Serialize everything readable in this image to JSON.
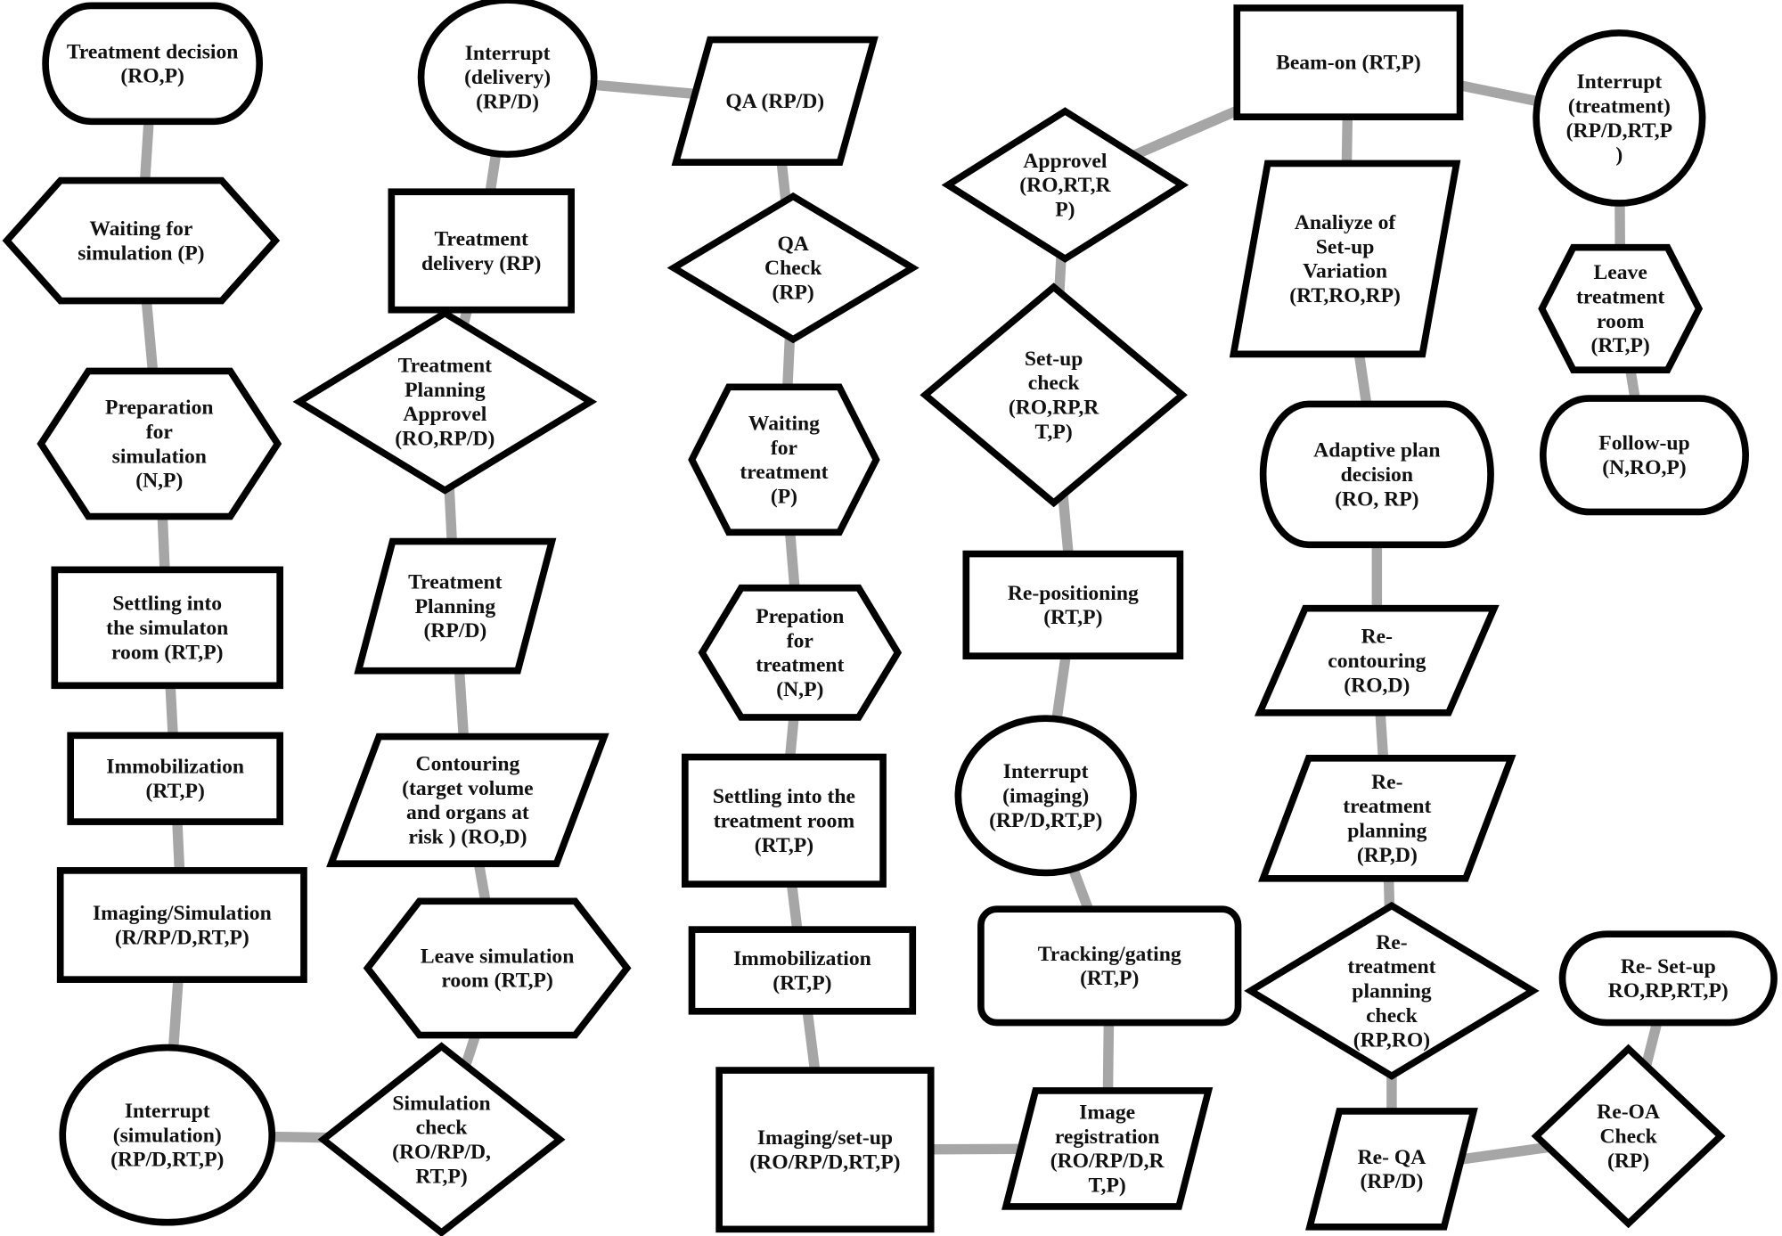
{
  "diagram": {
    "title": "Radiotherapy patient pathway process map",
    "colors": {
      "node_fill": "#ffffff",
      "node_stroke": "#000000",
      "edge": "#a6a6a6",
      "text": "#111111"
    },
    "nodes": [
      {
        "id": "treatment_decision",
        "shape": "terminator",
        "lines": [
          "Treatment decision",
          "(RO,P)"
        ]
      },
      {
        "id": "waiting_sim",
        "shape": "hexagon",
        "lines": [
          "Waiting for",
          "simulation (P)"
        ]
      },
      {
        "id": "prep_sim",
        "shape": "hexagon",
        "lines": [
          "Preparation",
          "for",
          "simulation",
          "(N,P)"
        ]
      },
      {
        "id": "settling_sim",
        "shape": "rect",
        "lines": [
          "Settling into",
          "the simulaton",
          "room (RT,P)"
        ]
      },
      {
        "id": "immob_sim",
        "shape": "rect",
        "lines": [
          "Immobilization",
          "(RT,P)"
        ]
      },
      {
        "id": "imaging_sim",
        "shape": "rect",
        "lines": [
          "Imaging/Simulation",
          "(R/RP/D,RT,P)"
        ]
      },
      {
        "id": "interrupt_sim",
        "shape": "ellipse",
        "lines": [
          "Interrupt",
          "(simulation)",
          "(RP/D,RT,P)"
        ]
      },
      {
        "id": "sim_check",
        "shape": "diamond",
        "lines": [
          "Simulation",
          "check",
          "(RO/RP/D,",
          "RT,P)"
        ]
      },
      {
        "id": "leave_sim",
        "shape": "hexagon",
        "lines": [
          "Leave simulation",
          "room (RT,P)"
        ]
      },
      {
        "id": "contouring",
        "shape": "parallelogram",
        "lines": [
          "Contouring",
          "(target volume",
          "and organs at",
          "risk ) (RO,D)"
        ]
      },
      {
        "id": "tp",
        "shape": "parallelogram",
        "lines": [
          "Treatment",
          "Planning",
          "(RP/D)"
        ]
      },
      {
        "id": "tp_approval",
        "shape": "diamond",
        "lines": [
          "Treatment",
          "Planning",
          "Approvel",
          "(RO,RP/D)"
        ]
      },
      {
        "id": "treatment_delivery",
        "shape": "rect",
        "lines": [
          "Treatment",
          "delivery (RP)"
        ]
      },
      {
        "id": "interrupt_delivery",
        "shape": "ellipse",
        "lines": [
          "Interrupt",
          "(delivery)",
          "(RP/D)"
        ]
      },
      {
        "id": "qa",
        "shape": "parallelogram",
        "lines": [
          "QA (RP/D)"
        ]
      },
      {
        "id": "qa_check",
        "shape": "diamond",
        "lines": [
          "QA",
          "Check",
          "(RP)"
        ]
      },
      {
        "id": "waiting_tx",
        "shape": "hexagon",
        "lines": [
          "Waiting",
          "for",
          "treatment",
          "(P)"
        ]
      },
      {
        "id": "prep_tx",
        "shape": "hexagon",
        "lines": [
          "Prepation",
          "for",
          "treatment",
          "(N,P)"
        ]
      },
      {
        "id": "settling_tx",
        "shape": "rect",
        "lines": [
          "Settling into the",
          "treatment room",
          "(RT,P)"
        ]
      },
      {
        "id": "immob_tx",
        "shape": "rect",
        "lines": [
          "Immobilization",
          "(RT,P)"
        ]
      },
      {
        "id": "imaging_setup",
        "shape": "rect",
        "lines": [
          "Imaging/set-up",
          "(RO/RP/D,RT,P)"
        ]
      },
      {
        "id": "image_reg",
        "shape": "parallelogram",
        "lines": [
          "Image",
          "registration",
          "(RO/RP/D,R",
          "T,P)"
        ]
      },
      {
        "id": "tracking",
        "shape": "roundrect",
        "lines": [
          "Tracking/gating",
          "(RT,P)"
        ]
      },
      {
        "id": "interrupt_imaging",
        "shape": "ellipse",
        "lines": [
          "Interrupt",
          "(imaging)",
          "(RP/D,RT,P)"
        ]
      },
      {
        "id": "repositioning",
        "shape": "rect",
        "lines": [
          "Re-positioning",
          "(RT,P)"
        ]
      },
      {
        "id": "setup_check",
        "shape": "diamond",
        "lines": [
          "Set-up",
          "check",
          "(RO,RP,R",
          "T,P)"
        ]
      },
      {
        "id": "approval",
        "shape": "diamond",
        "lines": [
          "Approvel",
          "(RO,RT,R",
          "P)"
        ]
      },
      {
        "id": "beam_on",
        "shape": "rect",
        "lines": [
          "Beam-on (RT,P)"
        ]
      },
      {
        "id": "analyze",
        "shape": "parallelogram",
        "lines": [
          "Analiyze of",
          "Set-up",
          "Variation",
          "(RT,RO,RP)"
        ]
      },
      {
        "id": "adaptive",
        "shape": "terminator",
        "lines": [
          "Adaptive plan",
          "decision",
          "(RO, RP)"
        ]
      },
      {
        "id": "recontouring",
        "shape": "parallelogram",
        "lines": [
          "Re-",
          "contouring",
          "(RO,D)"
        ]
      },
      {
        "id": "retp",
        "shape": "parallelogram",
        "lines": [
          "Re-",
          "treatment",
          "planning",
          "(RP,D)"
        ]
      },
      {
        "id": "retp_check",
        "shape": "diamond",
        "lines": [
          "Re-",
          "treatment",
          "planning",
          "check",
          "(RP,RO)"
        ]
      },
      {
        "id": "reqa",
        "shape": "parallelogram",
        "lines": [
          "Re- QA",
          "(RP/D)"
        ]
      },
      {
        "id": "reqa_check",
        "shape": "diamond",
        "lines": [
          "Re-OA",
          "Check",
          "(RP)"
        ]
      },
      {
        "id": "resetup",
        "shape": "terminator",
        "lines": [
          "Re- Set-up",
          "RO,RP,RT,P)"
        ]
      },
      {
        "id": "interrupt_tx",
        "shape": "ellipse",
        "lines": [
          "Interrupt",
          "(treatment)",
          "(RP/D,RT,P",
          ")"
        ]
      },
      {
        "id": "leave_tx",
        "shape": "hexagon",
        "lines": [
          "Leave",
          "treatment",
          "room",
          "(RT,P)"
        ]
      },
      {
        "id": "followup",
        "shape": "terminator",
        "lines": [
          "Follow-up",
          "(N,RO,P)"
        ]
      }
    ],
    "edges": [
      [
        "treatment_decision",
        "waiting_sim"
      ],
      [
        "waiting_sim",
        "prep_sim"
      ],
      [
        "prep_sim",
        "settling_sim"
      ],
      [
        "settling_sim",
        "immob_sim"
      ],
      [
        "immob_sim",
        "imaging_sim"
      ],
      [
        "imaging_sim",
        "interrupt_sim"
      ],
      [
        "interrupt_sim",
        "sim_check"
      ],
      [
        "sim_check",
        "leave_sim"
      ],
      [
        "leave_sim",
        "contouring"
      ],
      [
        "contouring",
        "tp"
      ],
      [
        "tp",
        "tp_approval"
      ],
      [
        "tp_approval",
        "treatment_delivery"
      ],
      [
        "treatment_delivery",
        "interrupt_delivery"
      ],
      [
        "interrupt_delivery",
        "qa"
      ],
      [
        "qa",
        "qa_check"
      ],
      [
        "qa_check",
        "waiting_tx"
      ],
      [
        "waiting_tx",
        "prep_tx"
      ],
      [
        "prep_tx",
        "settling_tx"
      ],
      [
        "settling_tx",
        "immob_tx"
      ],
      [
        "immob_tx",
        "imaging_setup"
      ],
      [
        "imaging_setup",
        "image_reg"
      ],
      [
        "image_reg",
        "tracking"
      ],
      [
        "tracking",
        "interrupt_imaging"
      ],
      [
        "interrupt_imaging",
        "repositioning"
      ],
      [
        "repositioning",
        "setup_check"
      ],
      [
        "setup_check",
        "approval"
      ],
      [
        "approval",
        "beam_on"
      ],
      [
        "beam_on",
        "analyze"
      ],
      [
        "analyze",
        "adaptive"
      ],
      [
        "adaptive",
        "recontouring"
      ],
      [
        "recontouring",
        "retp"
      ],
      [
        "retp",
        "retp_check"
      ],
      [
        "retp_check",
        "reqa"
      ],
      [
        "reqa",
        "reqa_check"
      ],
      [
        "reqa_check",
        "resetup"
      ],
      [
        "beam_on",
        "interrupt_tx"
      ],
      [
        "interrupt_tx",
        "leave_tx"
      ],
      [
        "leave_tx",
        "followup"
      ]
    ]
  }
}
